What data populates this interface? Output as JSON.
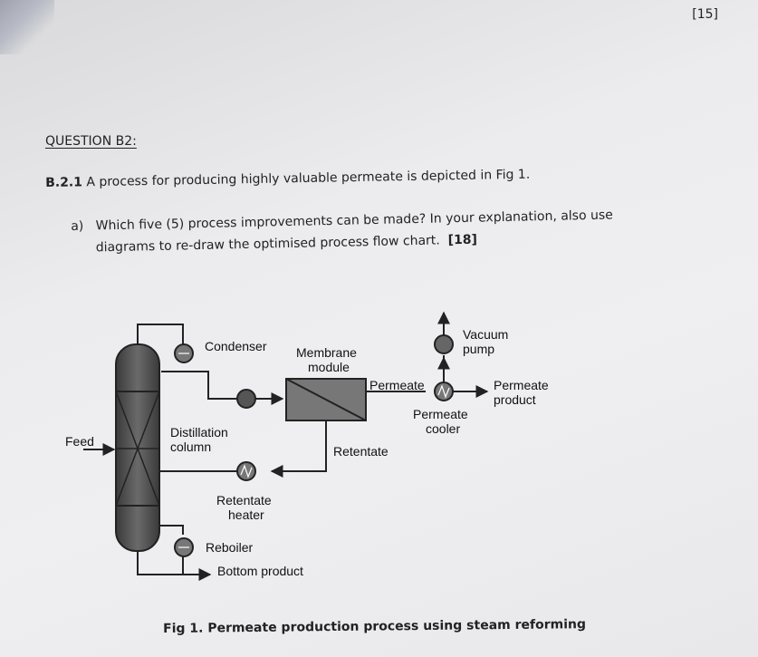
{
  "marks": "[15]",
  "question_title": "QUESTION B2:",
  "question_number": "B.2.1",
  "question_text": "A process for producing highly valuable permeate is depicted in Fig 1.",
  "sub_question": {
    "letter": "a)",
    "line1": "Which five (5) process improvements can be made? In your explanation, also use",
    "line2": "diagrams to re-draw the optimised process flow chart.",
    "marks": "[18]"
  },
  "diagram": {
    "labels": {
      "condenser": "Condenser",
      "membrane_line1": "Membrane",
      "membrane_line2": "module",
      "vacuum_line1": "Vacuum",
      "vacuum_line2": "pump",
      "permeate": "Permeate",
      "permeate_product_line1": "Permeate",
      "permeate_product_line2": "product",
      "permeate_cooler_line1": "Permeate",
      "permeate_cooler_line2": "cooler",
      "feed": "Feed",
      "distillation_line1": "Distillation",
      "distillation_line2": "column",
      "retentate": "Retentate",
      "retentate_heater_line1": "Retentate",
      "retentate_heater_line2": "heater",
      "reboiler": "Reboiler",
      "bottom_product": "Bottom product"
    }
  },
  "caption": "Fig 1. Permeate production process using steam reforming"
}
